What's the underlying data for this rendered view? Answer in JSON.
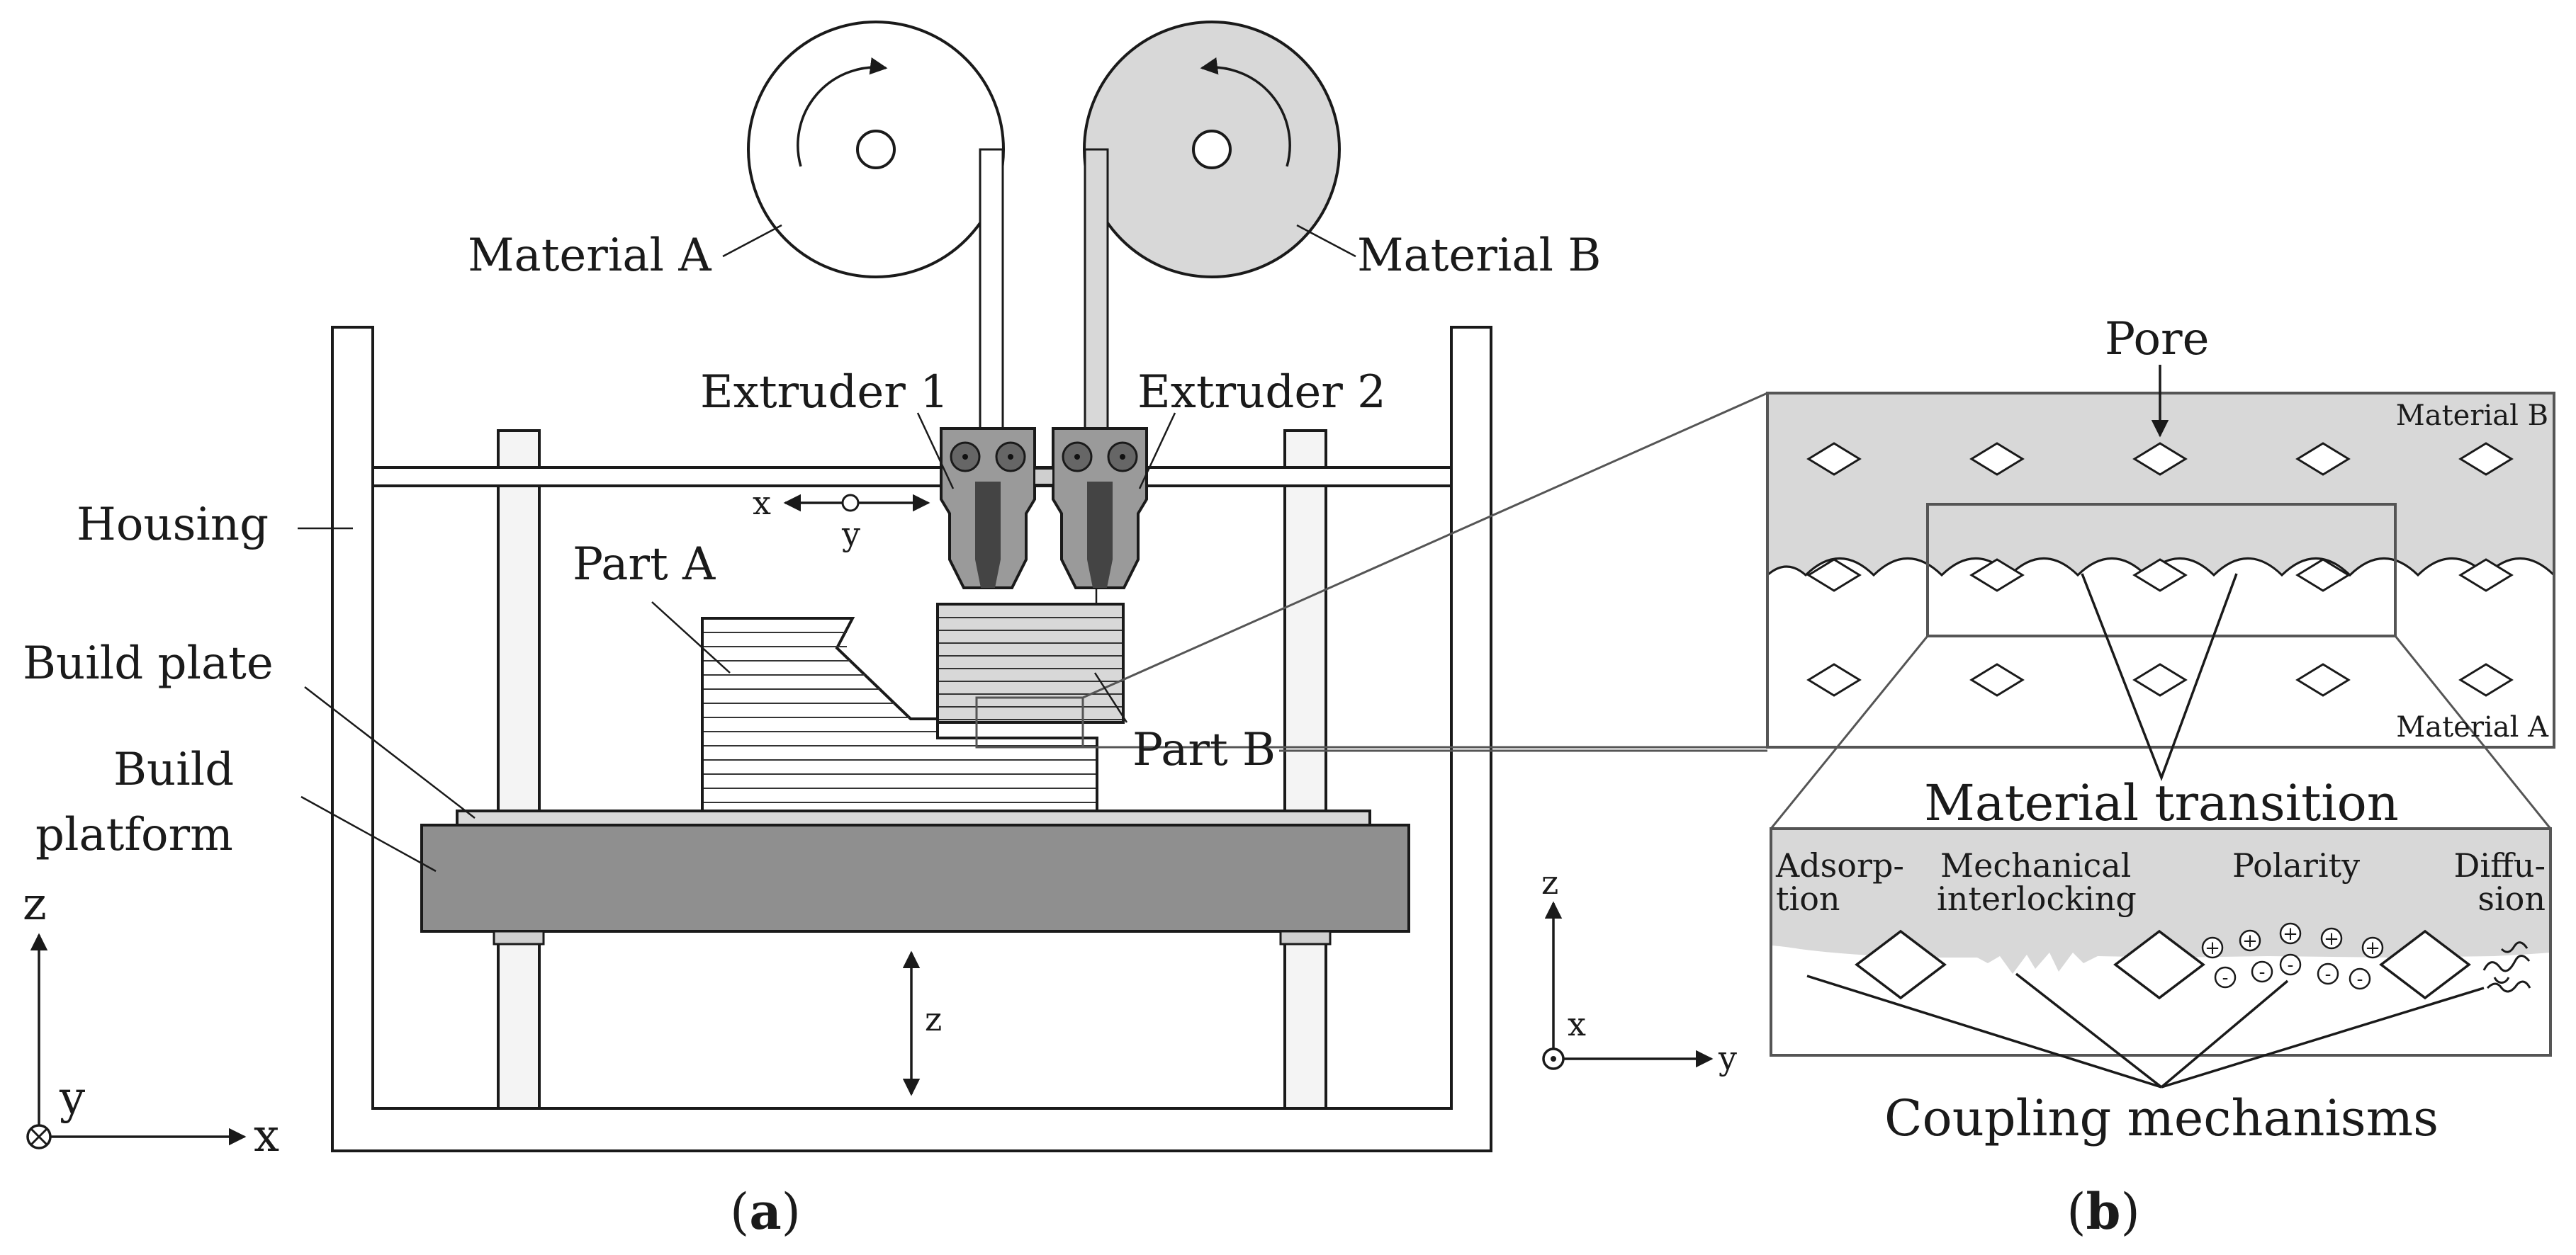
{
  "panel_a": {
    "material_a_label": "Material A",
    "material_b_label": "Material B",
    "extruder_1_label": "Extruder 1",
    "extruder_2_label": "Extruder 2",
    "housing_label": "Housing",
    "part_a_label": "Part A",
    "part_b_label": "Part B",
    "build_plate_label": "Build plate",
    "build_platform_label": [
      "Build",
      "platform"
    ],
    "motion_x": "x",
    "motion_y": "y",
    "motion_z": "z",
    "axes": {
      "z": "z",
      "y": "y",
      "x": "x"
    },
    "caption_letter": "a"
  },
  "panel_b": {
    "pore_label": "Pore",
    "material_b_label": "Material B",
    "material_a_label": "Material A",
    "material_transition_label": "Material transition",
    "mechanisms": {
      "adsorption": [
        "Adsorp-",
        "tion"
      ],
      "mechanical": [
        "Mechanical",
        "interlocking"
      ],
      "polarity": "Polarity",
      "diffusion": [
        "Diffu-",
        "sion"
      ]
    },
    "coupling_label": "Coupling mechanisms",
    "charges": {
      "plus": "+",
      "minus": "-"
    },
    "axes": {
      "z": "z",
      "x": "x",
      "y": "y"
    },
    "caption_letter": "b"
  },
  "colors": {
    "material_b_fill": "#d8d8d8",
    "platform_fill": "#8f8f8f",
    "extruder_fill": "#9a9a9a",
    "line": "#1a1a1a"
  }
}
